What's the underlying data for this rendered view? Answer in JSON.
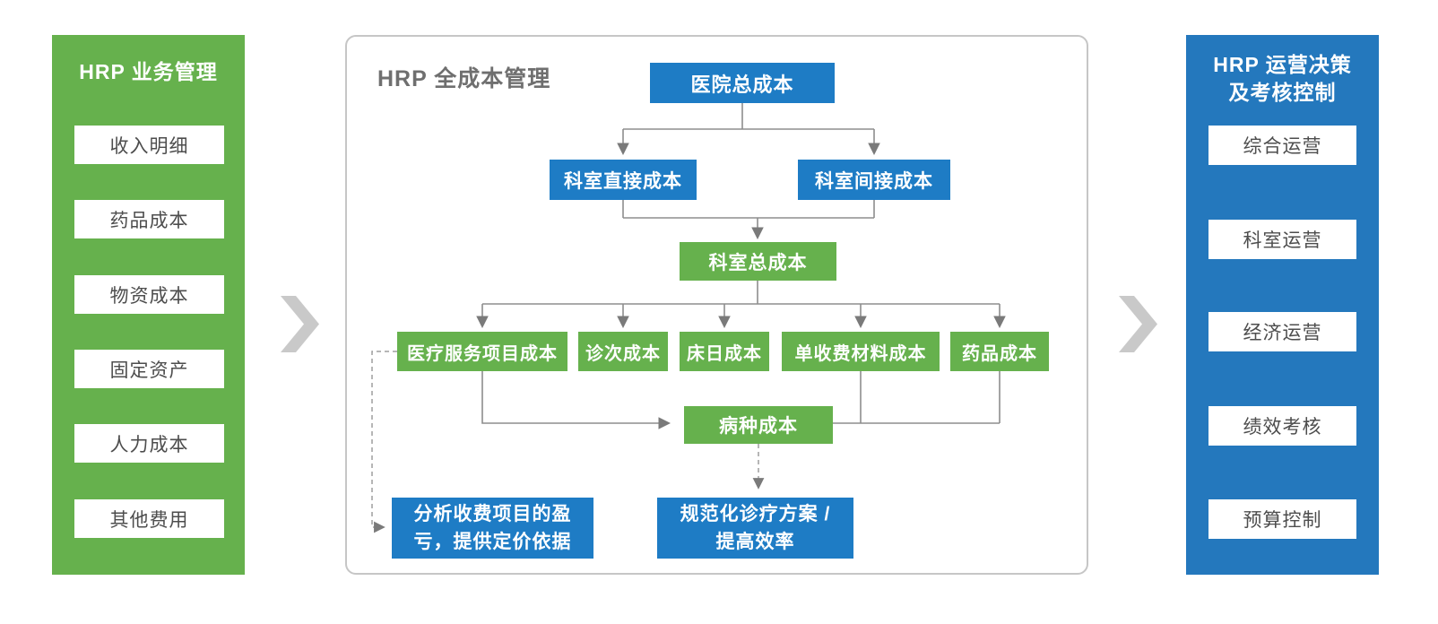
{
  "colors": {
    "green": "#66B14D",
    "panel_blue": "#2478BD",
    "box_blue": "#1E7CC5",
    "item_text": "#4D4D4D",
    "middle_title_text": "#6F6F6F",
    "connector_line": "#8D8D8D",
    "chevron": "#C9C9C9",
    "middle_border": "#C6C6C6"
  },
  "left_panel": {
    "title": "HRP 业务管理",
    "items": [
      {
        "label": "收入明细"
      },
      {
        "label": "药品成本"
      },
      {
        "label": "物资成本"
      },
      {
        "label": "固定资产"
      },
      {
        "label": "人力成本"
      },
      {
        "label": "其他费用"
      }
    ]
  },
  "middle_panel": {
    "title": "HRP 全成本管理",
    "nodes": {
      "hospital_total": {
        "label": "医院总成本",
        "color": "blue"
      },
      "dept_direct": {
        "label": "科室直接成本",
        "color": "blue"
      },
      "dept_indirect": {
        "label": "科室间接成本",
        "color": "blue"
      },
      "dept_total": {
        "label": "科室总成本",
        "color": "green"
      },
      "service_item": {
        "label": "医疗服务项目成本",
        "color": "green"
      },
      "per_visit": {
        "label": "诊次成本",
        "color": "green"
      },
      "bed_day": {
        "label": "床日成本",
        "color": "green"
      },
      "material": {
        "label": "单收费材料成本",
        "color": "green"
      },
      "drug": {
        "label": "药品成本",
        "color": "green"
      },
      "disease": {
        "label": "病种成本",
        "color": "green"
      },
      "analyze": {
        "lines": [
          "分析收费项目的盈",
          "亏，提供定价依据"
        ],
        "color": "blue"
      },
      "standard": {
        "lines": [
          "规范化诊疗方案 /",
          "提高效率"
        ],
        "color": "blue"
      }
    }
  },
  "right_panel": {
    "title_lines": [
      "HRP 运营决策",
      "及考核控制"
    ],
    "items": [
      {
        "label": "综合运营"
      },
      {
        "label": "科室运营"
      },
      {
        "label": "经济运营"
      },
      {
        "label": "绩效考核"
      },
      {
        "label": "预算控制"
      }
    ]
  }
}
